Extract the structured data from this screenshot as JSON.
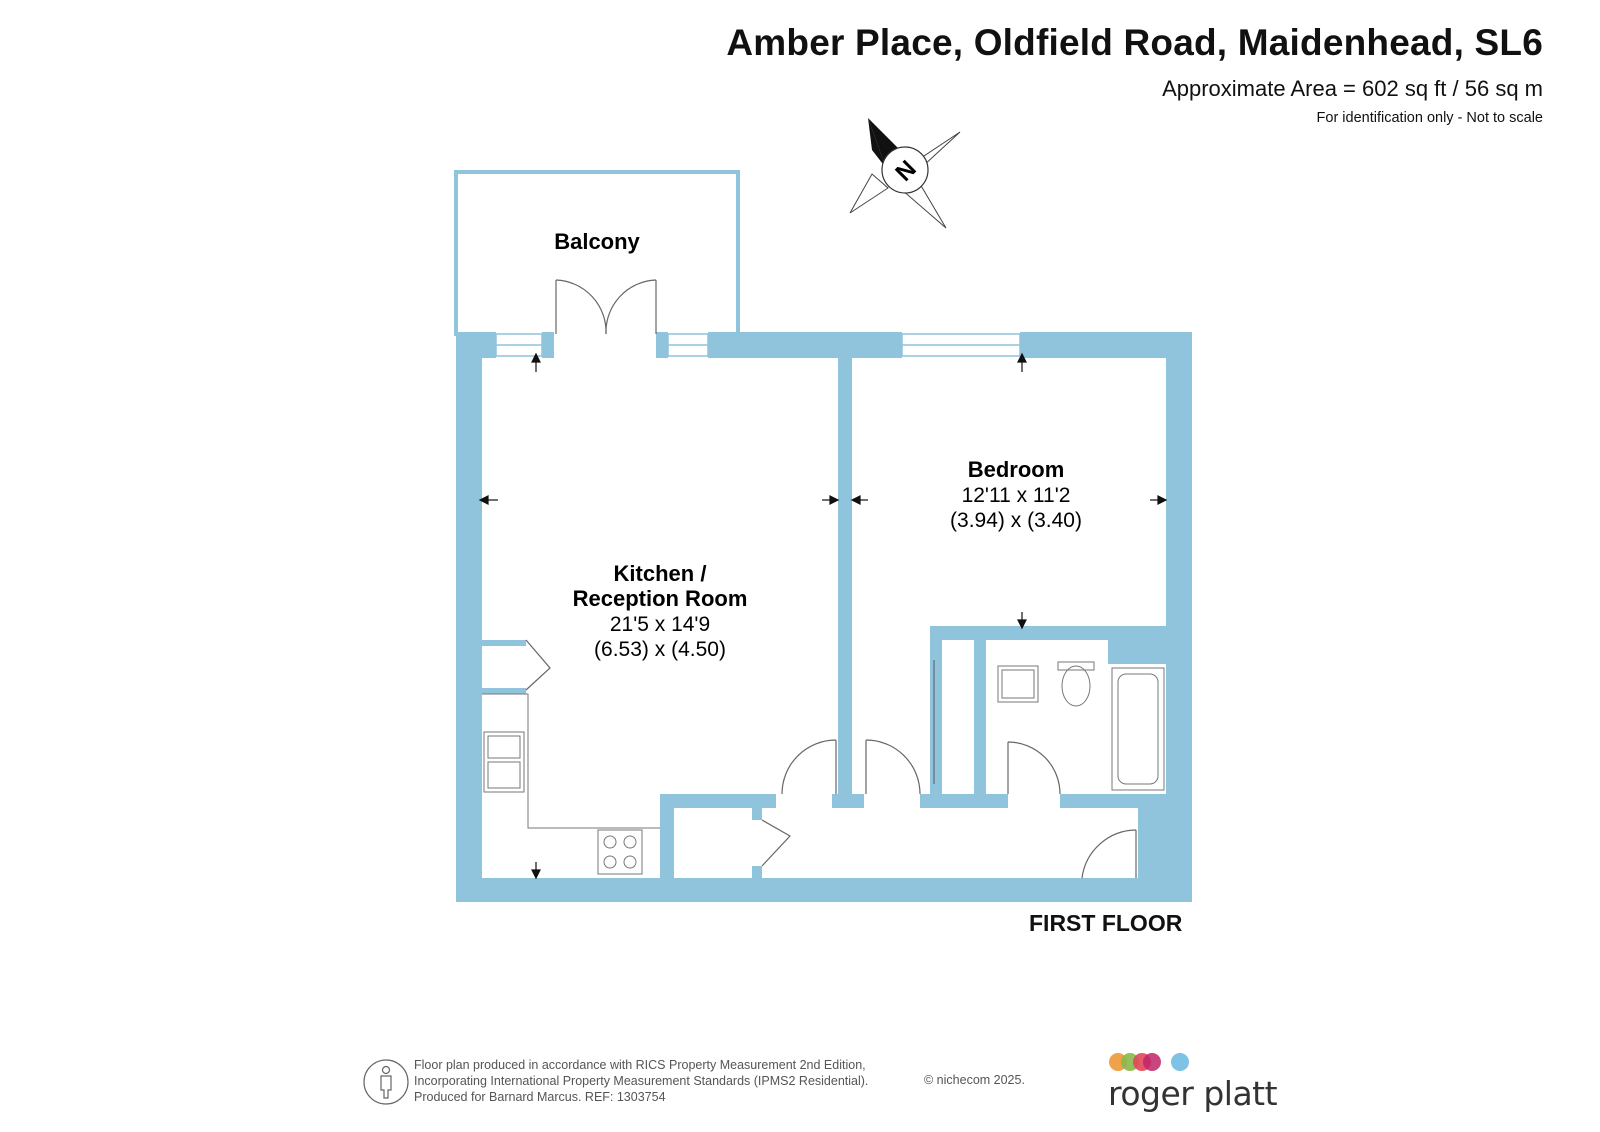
{
  "header": {
    "title": "Amber Place, Oldfield Road, Maidenhead, SL6",
    "area": "Approximate Area = 602 sq ft / 56 sq m",
    "note": "For identification only - Not to scale"
  },
  "compass": {
    "label": "N"
  },
  "rooms": {
    "balcony": {
      "name": "Balcony"
    },
    "kitchen": {
      "name_line1": "Kitchen /",
      "name_line2": "Reception Room",
      "imperial": "21'5 x 14'9",
      "metric": "(6.53) x (4.50)"
    },
    "bedroom": {
      "name": "Bedroom",
      "imperial": "12'11 x 11'2",
      "metric": "(3.94) x (3.40)"
    }
  },
  "floor_label": "FIRST FLOOR",
  "footer": {
    "line1": "Floor plan produced in accordance with RICS Property Measurement 2nd Edition,",
    "line2": "Incorporating International Property Measurement Standards (IPMS2 Residential).",
    "line3": "Produced for Barnard Marcus.   REF:  1303754",
    "copyright": "© nichecom 2025."
  },
  "logo": {
    "text": "roger platt"
  },
  "colors": {
    "wall": "#8fc4dc",
    "logo_dots": [
      "#f0a24a",
      "#8ab84a",
      "#e0475a",
      "#c0246a",
      "#7cc3e6"
    ]
  }
}
